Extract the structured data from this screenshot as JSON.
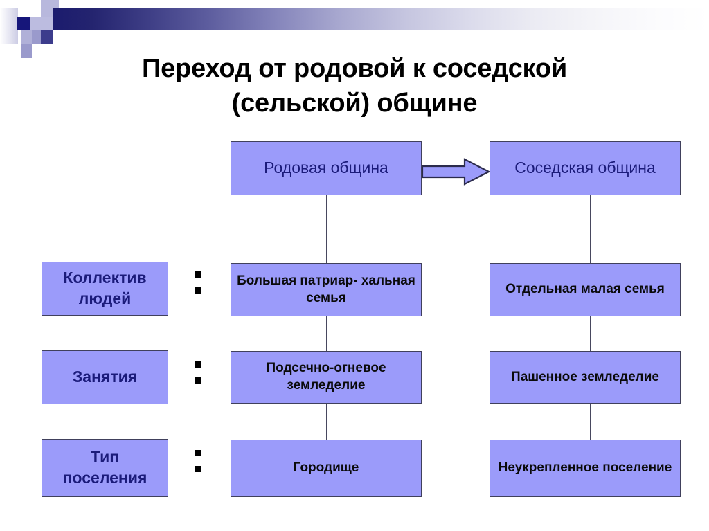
{
  "slide": {
    "title_line1": "Переход от родовой к соседской",
    "title_line2": "(сельской) общине",
    "colors": {
      "node_fill": "#9B9BFA",
      "node_border": "#40405C",
      "heading_text": "#1B1B7A",
      "cell_text": "#0A0A0A",
      "gradient_start": "#1B1B6E",
      "gradient_end": "#FFFFFF"
    }
  },
  "diagram": {
    "type": "comparison-table",
    "columns": [
      {
        "id": "rodovaya",
        "label": "Родовая община"
      },
      {
        "id": "sosedskaya",
        "label": "Соседская община"
      }
    ],
    "arrow": {
      "from": "rodovaya",
      "to": "sosedskaya",
      "direction": "right"
    },
    "separator_glyph": "two-square-colon",
    "rows": [
      {
        "label": "Коллектив людей",
        "left": "Большая патриар- хальная семья",
        "right": "Отдельная малая семья"
      },
      {
        "label": "Занятия",
        "left": "Подсечно-огневое земледелие",
        "right": "Пашенное земледелие"
      },
      {
        "label": "Тип поселения",
        "left": "Городище",
        "right": "Неукрепленное поселение"
      }
    ]
  }
}
